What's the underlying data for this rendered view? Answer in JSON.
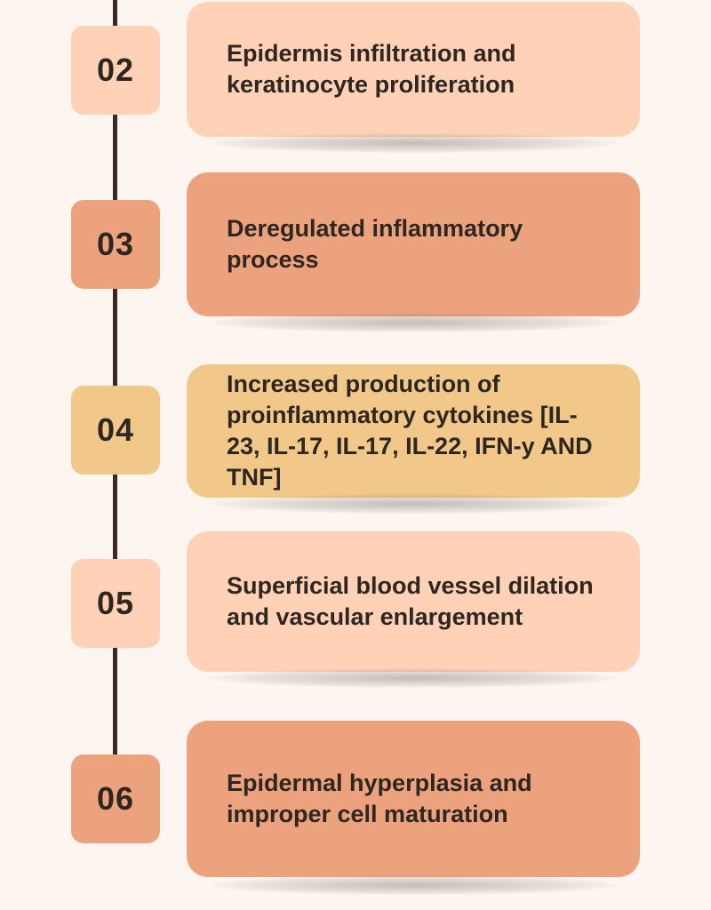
{
  "steps": [
    {
      "number": "02",
      "text": "Epidermis infiltration and keratinocyte proliferation",
      "color": "#ffd2b8"
    },
    {
      "number": "03",
      "text": "Deregulated inflammatory process",
      "color": "#eda27e"
    },
    {
      "number": "04",
      "text": "Increased production of proinflammatory cytokines [IL-23, IL-17, IL-17, IL-22, IFN-y AND TNF]",
      "color": "#f1c889"
    },
    {
      "number": "05",
      "text": "Superficial blood vessel dilation and vascular enlargement",
      "color": "#ffd2b8"
    },
    {
      "number": "06",
      "text": "Epidermal hyperplasia and improper cell maturation",
      "color": "#eda27e"
    }
  ],
  "colors": {
    "background": "#fdf6f0",
    "line": "#3a2a22",
    "text": "#2e2620"
  }
}
